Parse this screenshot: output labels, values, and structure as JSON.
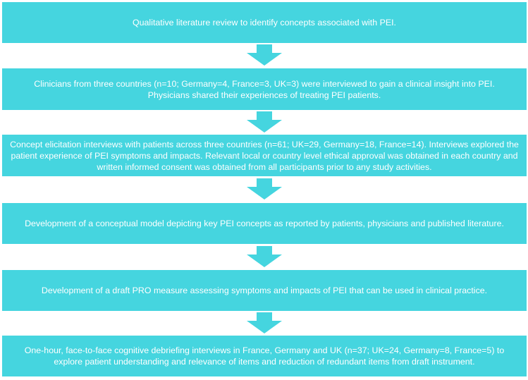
{
  "accent_color": "#45d5df",
  "steps": [
    {
      "text": "Qualitative literature review to identify concepts associated with PEI."
    },
    {
      "text": "Clinicians from three countries (n=10; Germany=4, France=3, UK=3) were interviewed to gain a clinical insight into PEI. Physicians shared their experiences of treating PEI patients."
    },
    {
      "text": "Concept elicitation interviews with patients across three countries (n=61; UK=29, Germany=18, France=14).  Interviews explored the patient experience of PEI symptoms and impacts.  Relevant local or country level ethical approval was obtained in each country and written informed consent was obtained from all participants prior to any study activities."
    },
    {
      "text": "Development of a conceptual model depicting key PEI concepts as reported by patients, physicians and published literature."
    },
    {
      "text": "Development of a draft PRO measure assessing symptoms and impacts of PEI that can be used in clinical practice."
    },
    {
      "text": "One-hour, face-to-face cognitive debriefing interviews in France, Germany and UK (n=37; UK=24, Germany=8, France=5) to explore patient understanding and relevance of items and reduction of redundant items from draft instrument."
    }
  ]
}
